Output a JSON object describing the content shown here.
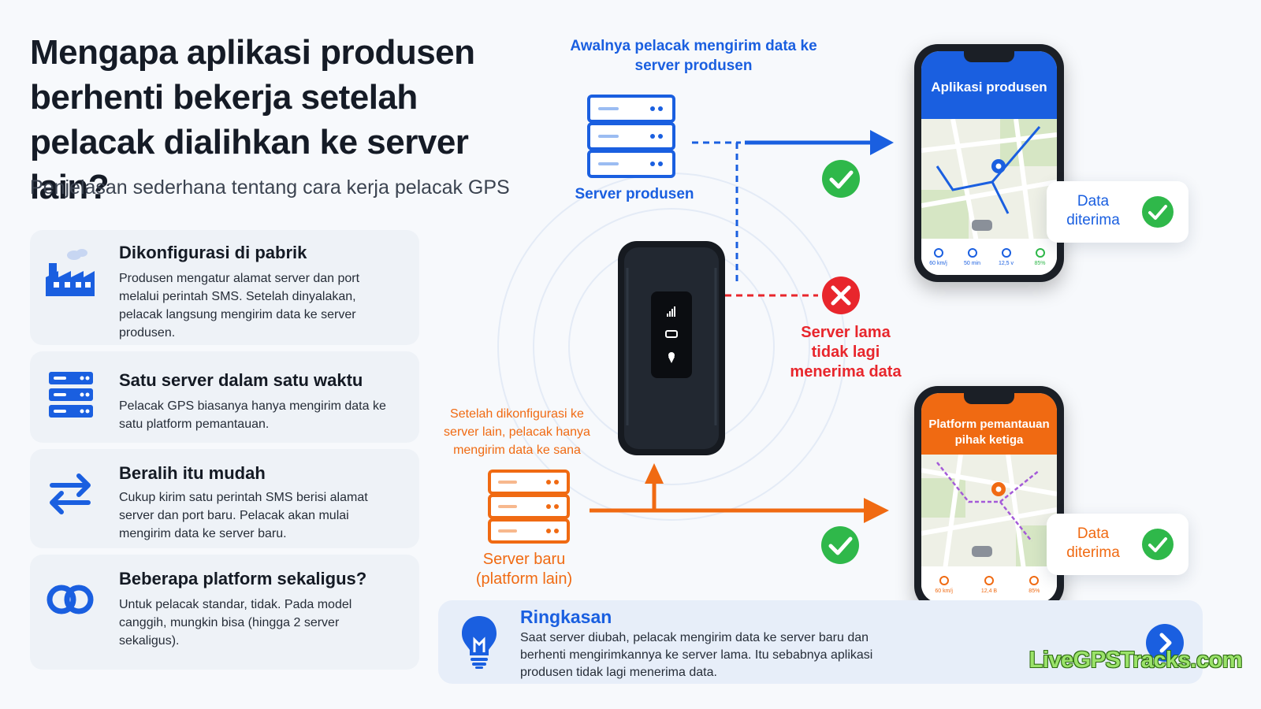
{
  "title": "Mengapa aplikasi produsen berhenti bekerja setelah pelacak dialihkan ke server lain?",
  "subtitle": "Penjelasan sederhana tentang cara kerja pelacak GPS",
  "cards": [
    {
      "icon": "factory-icon",
      "title": "Dikonfigurasi di pabrik",
      "text": "Produsen mengatur alamat server dan port melalui perintah SMS. Setelah dinyalakan, pelacak langsung mengirim data ke server produsen."
    },
    {
      "icon": "server-icon",
      "title": "Satu server dalam satu waktu",
      "text": "Pelacak GPS biasanya hanya mengirim data ke satu platform pemantauan."
    },
    {
      "icon": "switch-arrows-icon",
      "title": "Beralih itu mudah",
      "text": "Cukup kirim satu perintah SMS berisi alamat server dan port baru. Pelacak akan mulai mengirim data ke server baru."
    },
    {
      "icon": "link-rings-icon",
      "title": "Beberapa platform sekaligus?",
      "text": "Untuk pelacak standar, tidak. Pada model canggih, mungkin bisa (hingga 2 server sekaligus)."
    }
  ],
  "diagram": {
    "top_caption": "Awalnya pelacak mengirim data ke server produsen",
    "server_producer_label": "Server produsen",
    "old_server_status": "Server lama tidak lagi menerima data",
    "new_caption": "Setelah dikonfigurasi ke server lain, pelacak hanya mengirim data ke sana",
    "server_new_label": "Server baru (platform lain)",
    "phone_top": {
      "header": "Aplikasi produsen",
      "stats": [
        "60 km/j",
        "50 min",
        "12,5 v",
        "85%"
      ],
      "status": "Data diterima"
    },
    "phone_bottom": {
      "header": "Platform pemantauan pihak ketiga",
      "stats": [
        "60 km/j",
        "12,4 B",
        "85%"
      ],
      "status": "Data diterima"
    }
  },
  "summary": {
    "title": "Ringkasan",
    "text": "Saat server diubah, pelacak mengirim data ke server baru dan berhenti mengirimkannya ke server lama. Itu sebabnya aplikasi produsen tidak lagi menerima data."
  },
  "watermark": "LiveGPSTracks.com",
  "colors": {
    "blue": "#1a5fe0",
    "orange": "#f06a12",
    "green": "#2fb84a",
    "red": "#e8262c"
  }
}
